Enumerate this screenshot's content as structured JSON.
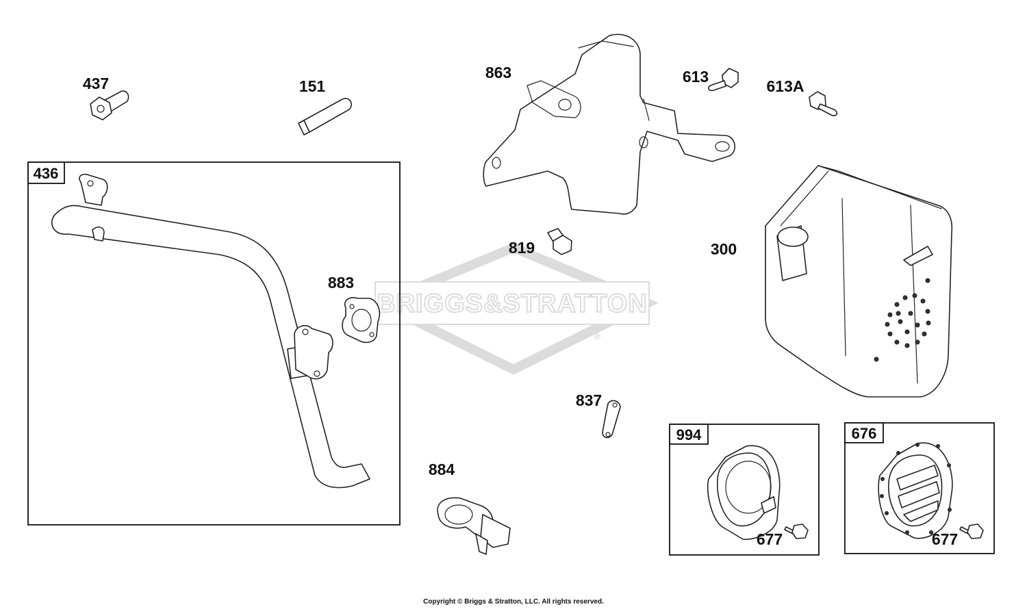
{
  "watermark": {
    "text": "BRIGGS&STRATTON",
    "mark": "®",
    "color": "#dcdcdc"
  },
  "labels": {
    "p437": "437",
    "p151": "151",
    "p863": "863",
    "p613": "613",
    "p613a": "613A",
    "p819": "819",
    "p300": "300",
    "p883": "883",
    "p837": "837",
    "p884": "884",
    "p677a": "677",
    "p677b": "677"
  },
  "boxes": {
    "b436": "436",
    "b994": "994",
    "b676": "676"
  },
  "footer": {
    "copyright": "Copyright © Briggs & Stratton, LLC. All rights reserved."
  },
  "icons": [
    "exhaust-pipe-icon",
    "heat-shield-icon",
    "muffler-icon",
    "bolt-icon",
    "gasket-icon",
    "clamp-icon",
    "spark-arrestor-screen-icon",
    "deflector-icon"
  ]
}
